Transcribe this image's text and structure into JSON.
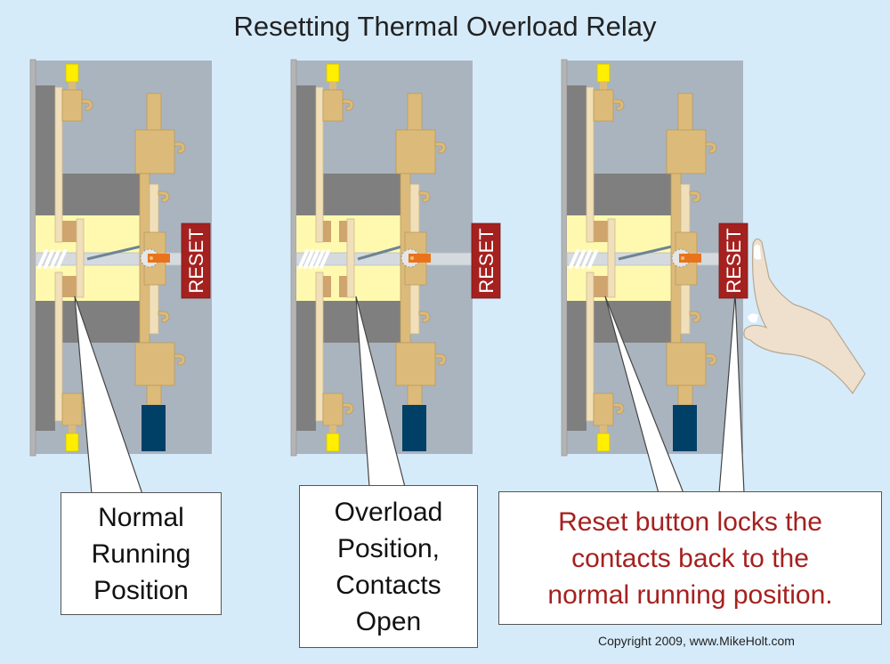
{
  "title": "Resetting Thermal Overload Relay",
  "panels": [
    {
      "state": "normal",
      "reset_label": "RESET"
    },
    {
      "state": "overload",
      "reset_label": "RESET"
    },
    {
      "state": "reset-pressed",
      "reset_label": "RESET"
    }
  ],
  "callouts": [
    {
      "lines": [
        "Normal",
        "Running",
        "Position"
      ]
    },
    {
      "lines": [
        "Overload",
        "Position,",
        "Contacts",
        "Open"
      ]
    },
    {
      "lines": [
        "Reset button locks the",
        "contacts back to the",
        "normal running position."
      ]
    }
  ],
  "copyright": "Copyright 2009, www.MikeHolt.com",
  "colors": {
    "background": "#d6ebfa",
    "panel": "#aab4bf",
    "reset_button": "#a4211f",
    "brass": "#dcbb7a",
    "heater_zone": "#fff9b0",
    "callout_accent": "#a4211f"
  }
}
